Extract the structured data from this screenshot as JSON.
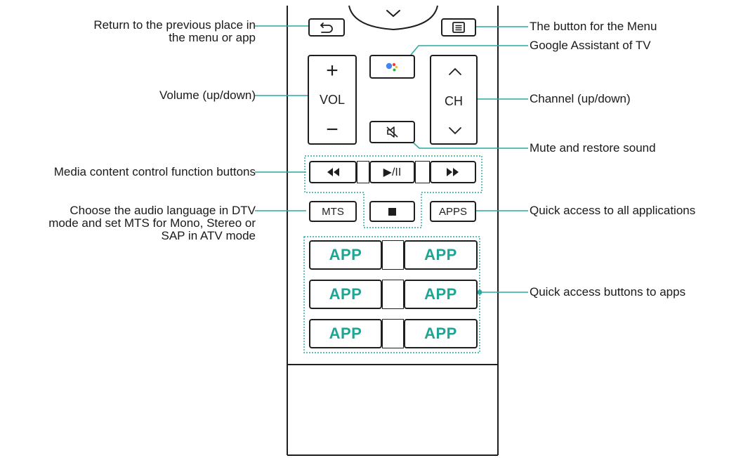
{
  "colors": {
    "guide_line": "#2ba9a0",
    "app_text": "#1fa595",
    "outline": "#1e1e1e"
  },
  "remote": {
    "vol": {
      "plus": "+",
      "label": "VOL",
      "minus": "−"
    },
    "ch": {
      "label": "CH"
    },
    "mts_label": "MTS",
    "apps_label": "APPS",
    "app_label": "APP",
    "play_pause_label": "▶/II",
    "icons": {
      "back": "back-arrow-icon",
      "menu": "menu-icon",
      "assistant": "google-assistant-icon",
      "mute": "mute-icon",
      "rewind": "rewind-icon",
      "fast_forward": "fast-forward-icon",
      "stop": "stop-icon",
      "ch_up": "chevron-up-icon",
      "ch_down": "chevron-down-icon",
      "dpad_down": "chevron-down-icon"
    }
  },
  "labels": {
    "back": [
      "Return to the previous place in",
      "the menu or app"
    ],
    "volume": "Volume (up/down)",
    "media": "Media content control function buttons",
    "mts": [
      "Choose the audio language in DTV",
      "mode and set MTS for Mono, Stereo or",
      "SAP in ATV mode"
    ],
    "menu": "The button for the Menu",
    "assistant": "Google Assistant of TV",
    "channel": "Channel (up/down)",
    "mute": "Mute and restore sound",
    "apps": "Quick access to all applications",
    "quick_apps": "Quick access buttons to apps"
  }
}
